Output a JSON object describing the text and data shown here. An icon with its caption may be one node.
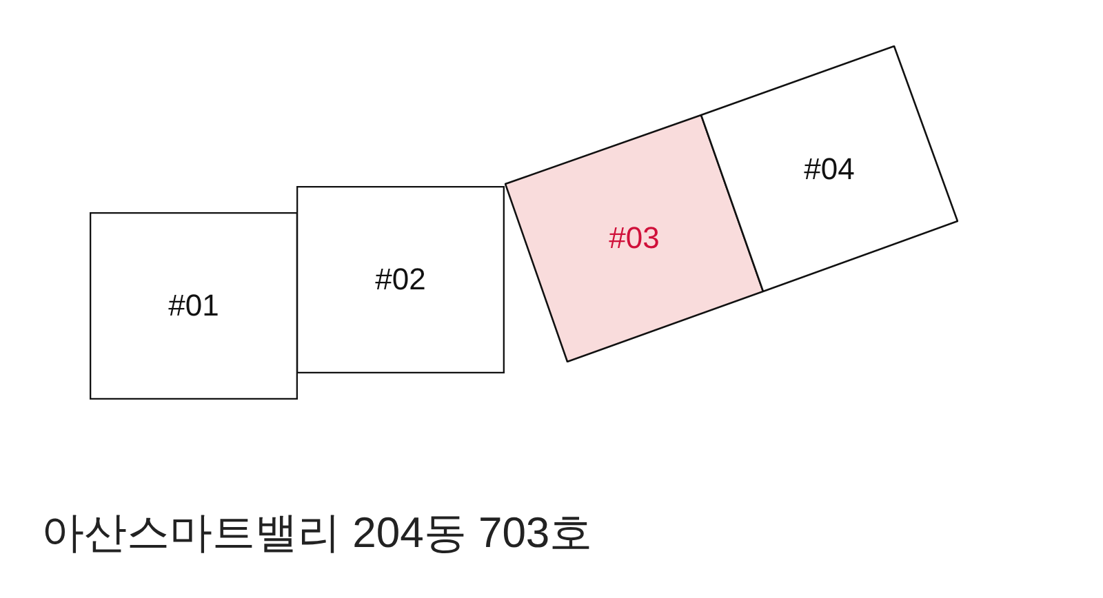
{
  "diagram": {
    "nodes": [
      {
        "text": [
          "#01"
        ]
      },
      {
        "text": [
          "#02"
        ]
      },
      {
        "text": [
          "#03"
        ]
      },
      {
        "text": [
          "#04"
        ]
      }
    ],
    "labels": [
      "아산스마트밸리 204동 703호"
    ]
  }
}
